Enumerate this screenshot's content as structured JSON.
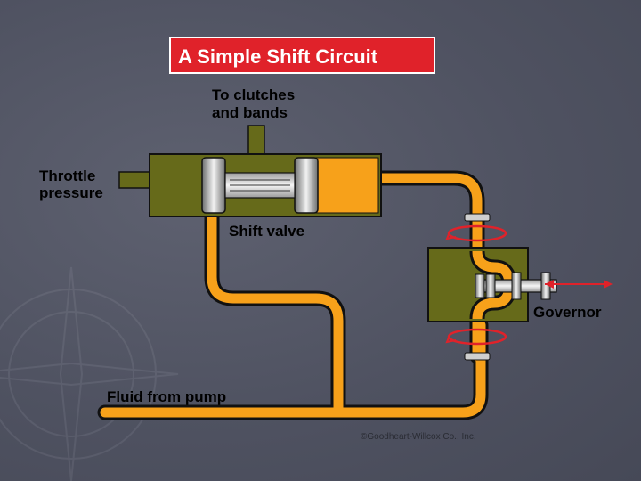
{
  "title": "A Simple Shift Circuit",
  "labels": {
    "clutches_line1": "To clutches",
    "clutches_line2": "and bands",
    "throttle_line1": "Throttle",
    "throttle_line2": "pressure",
    "shift_valve": "Shift valve",
    "governor": "Governor",
    "fluid": "Fluid from pump"
  },
  "credit": "©Goodheart-Willcox Co., Inc.",
  "colors": {
    "background": "#555866",
    "title_bg": "#e0222a",
    "title_text": "#ffffff",
    "body": "#666a1a",
    "fluid": "#f7a11a",
    "arrow": "#e0222a",
    "outline": "#111111"
  },
  "icons": [
    "compass-watermark",
    "rotation-arrow-icon",
    "motion-arrow-icon"
  ]
}
